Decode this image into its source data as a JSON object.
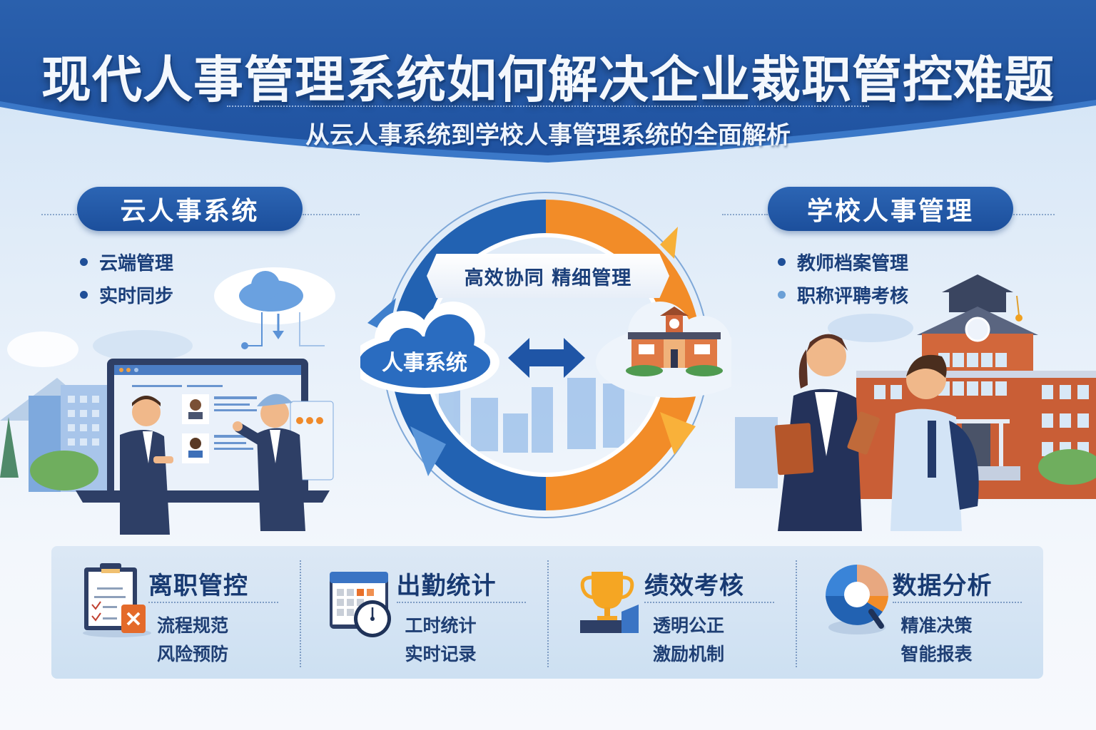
{
  "header": {
    "title": "现代人事管理系统如何解决企业裁职管控难题",
    "subtitle": "从云人事系统到学校人事管理系统的全面解析"
  },
  "left_panel": {
    "pill_label": "云人事系统",
    "bullets": [
      "云端管理",
      "实时同步"
    ],
    "illustration": "two-businessmen-at-laptop-with-cloud"
  },
  "right_panel": {
    "pill_label": "学校人事管理",
    "bullets": [
      "教师档案管理",
      "职称评聘考核"
    ],
    "illustration": "teacher-and-student-at-school-building"
  },
  "center": {
    "ribbon_text": "高效协同 精细管理",
    "cloud_label": "人事系统",
    "exchange_icon": "double-arrow-icon",
    "school_icon": "school-building-icon",
    "ring_colors": {
      "left": "#2160b0",
      "right": "#f08a2a"
    }
  },
  "cards": [
    {
      "icon": "clipboard-icon",
      "title": "离职管控",
      "lines": [
        "流程规范",
        "风险预防"
      ]
    },
    {
      "icon": "calendar-clock-icon",
      "title": "出勤统计",
      "lines": [
        "工时统计",
        "实时记录"
      ]
    },
    {
      "icon": "trophy-icon",
      "title": "绩效考核",
      "lines": [
        "透明公正",
        "激励机制"
      ]
    },
    {
      "icon": "chart-magnifier-icon",
      "title": "数据分析",
      "lines": [
        "精准决策",
        "智能报表"
      ]
    }
  ],
  "colors": {
    "primary_blue": "#1f4f98",
    "accent_orange": "#f08a2a",
    "text_dark": "#1b3f7a"
  }
}
